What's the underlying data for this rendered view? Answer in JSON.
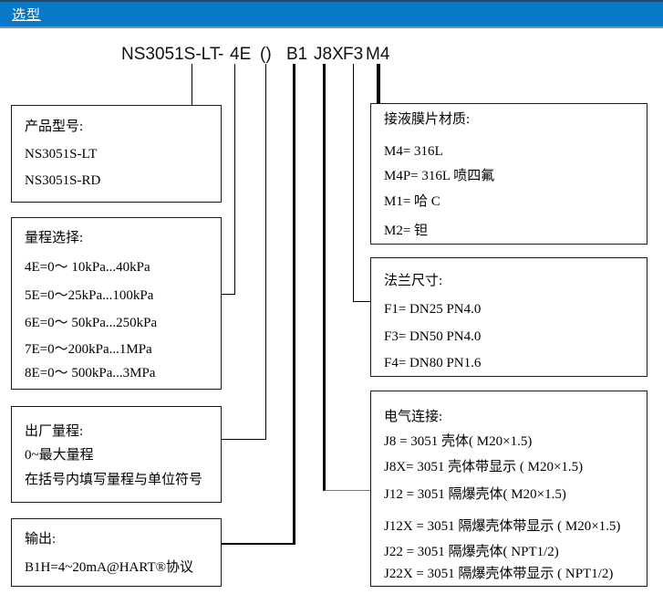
{
  "header": {
    "title": "选型",
    "bg_color": "#0878c8"
  },
  "model": {
    "parts": [
      "NS3051S-LT",
      "-",
      "4E",
      "()",
      "B1",
      "J8X",
      "F3",
      "M4"
    ]
  },
  "boxes": {
    "product_model": {
      "title": "产品型号:",
      "items": [
        "NS3051S-LT",
        "NS3051S-RD"
      ]
    },
    "range_selection": {
      "title": "量程选择:",
      "items": [
        "4E=0～ 10kPa...40kPa",
        "5E=0～25kPa...100kPa",
        "6E=0～ 50kPa...250kPa",
        "7E=0～200kPa...1MPa",
        "8E=0～ 500kPa...3MPa"
      ]
    },
    "factory_range": {
      "title": "出厂量程:",
      "items": [
        "0~最大量程",
        "在括号内填写量程与单位符号"
      ]
    },
    "output": {
      "title": "输出:",
      "items": [
        "B1H=4~20mA@HART®协议"
      ]
    },
    "diaphragm_material": {
      "title": "接液膜片材质:",
      "items": [
        "M4= 316L",
        "M4P= 316L 喷四氟",
        "M1= 哈 C",
        "M2= 钽"
      ]
    },
    "flange_size": {
      "title": "法兰尺寸:",
      "items": [
        "F1= DN25 PN4.0",
        "F3= DN50 PN4.0",
        "F4= DN80 PN1.6"
      ]
    },
    "electrical_connection": {
      "title": "电气连接:",
      "items": [
        "J8 = 3051 壳体( M20×1.5)",
        "J8X= 3051 壳体带显示 ( M20×1.5)",
        "J12 = 3051 隔爆壳体( M20×1.5)",
        "J12X = 3051 隔爆壳体带显示 ( M20×1.5)",
        "J22 = 3051 隔爆壳体( NPT1/2)",
        "J22X = 3051 隔爆壳体带显示 ( NPT1/2)"
      ]
    }
  }
}
